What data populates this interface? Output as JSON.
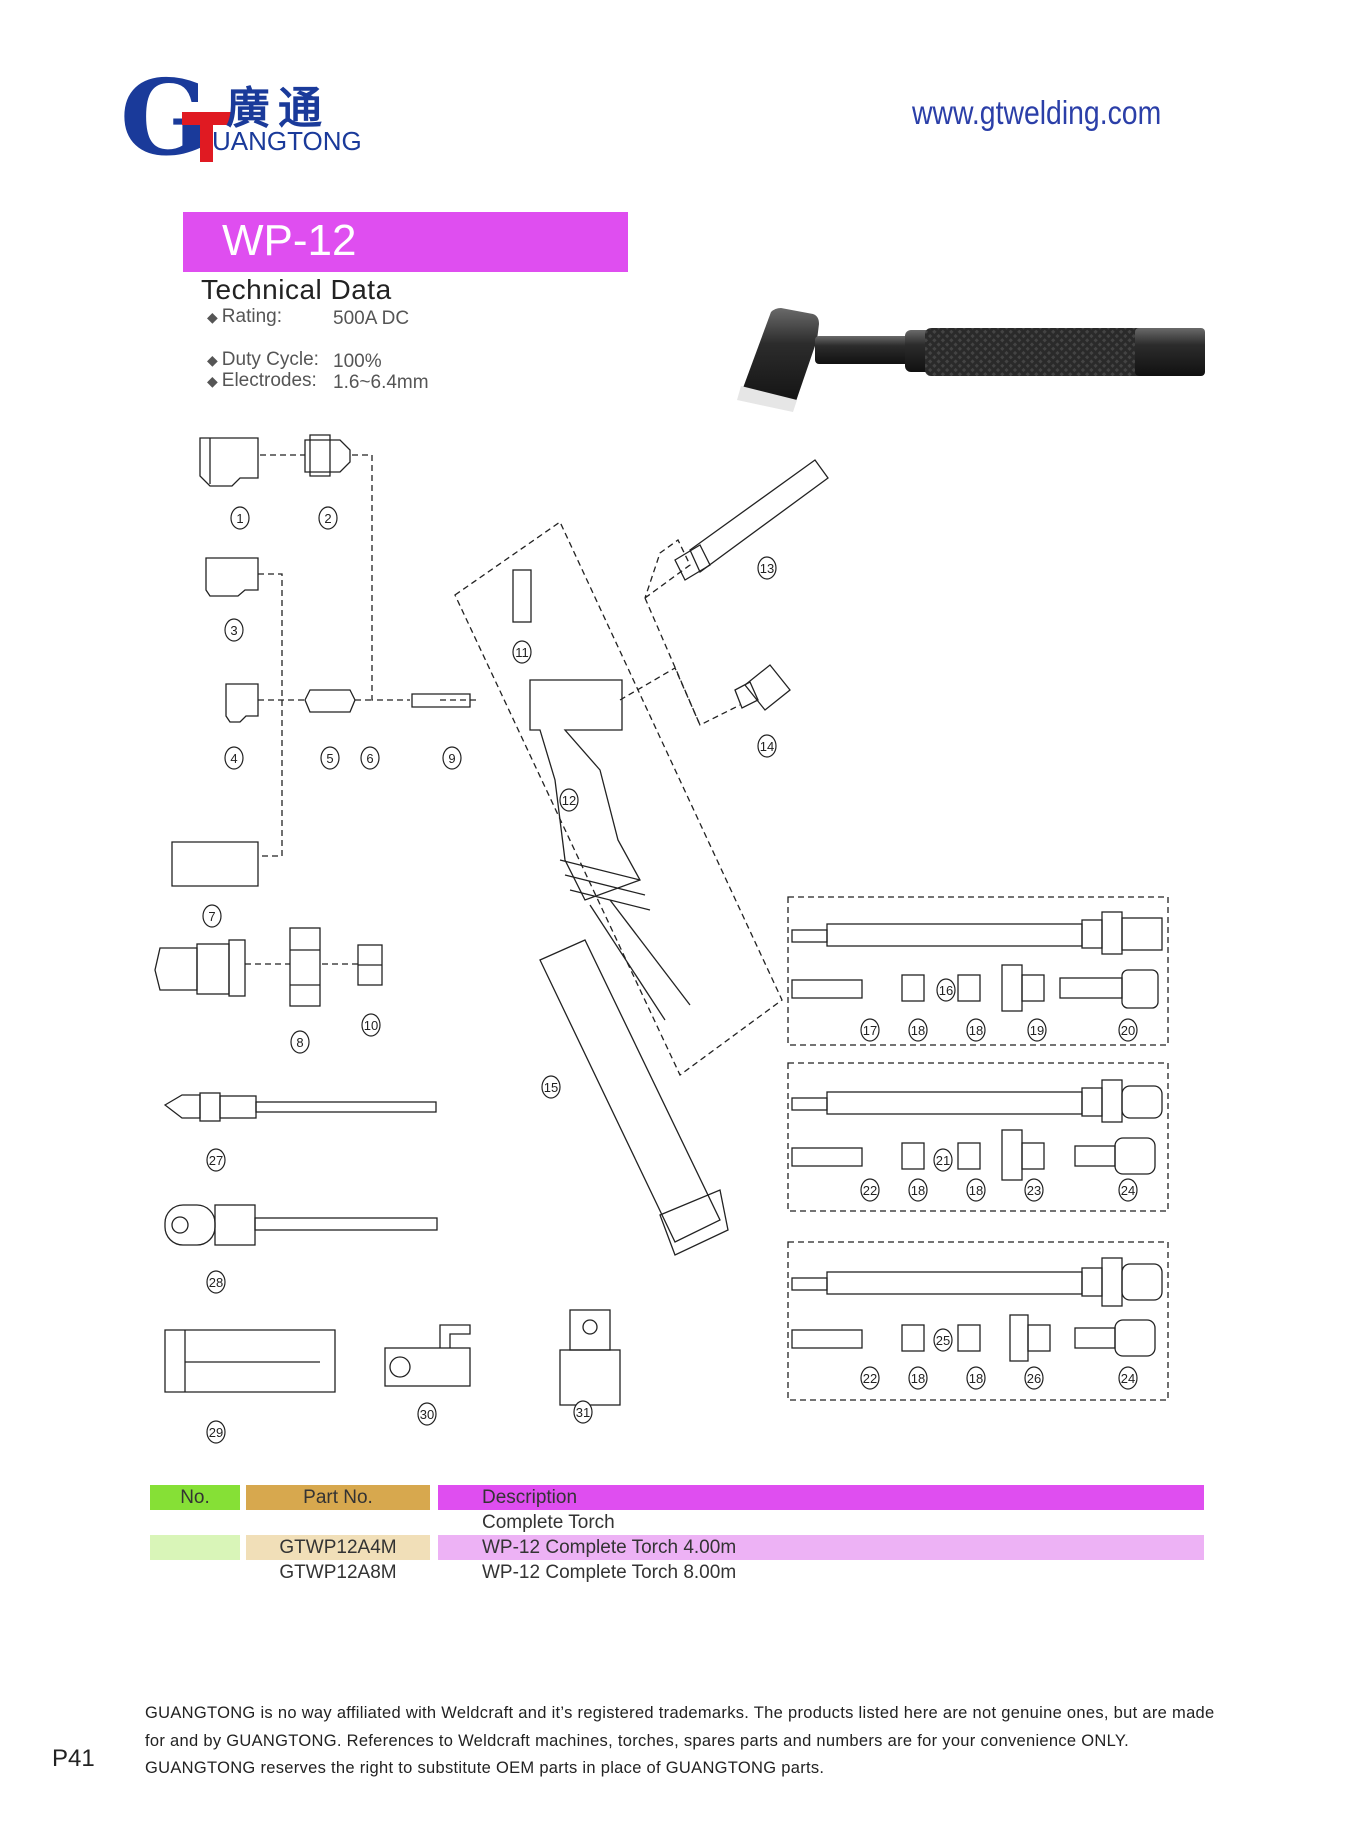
{
  "header": {
    "logo_letter": "G",
    "logo_cn": "廣通",
    "logo_en": "UANGTONG",
    "website": "www.gtwelding.com"
  },
  "product": {
    "title": "WP-12",
    "tech_heading": "Technical Data",
    "specs": [
      {
        "label": "Rating:",
        "value": "500A  DC"
      },
      {
        "label": "Duty Cycle:",
        "value": "100%"
      },
      {
        "label": "Electrodes:",
        "value": "1.6~6.4mm"
      }
    ]
  },
  "callouts": [
    "1",
    "2",
    "3",
    "4",
    "5",
    "6",
    "7",
    "8",
    "9",
    "10",
    "11",
    "12",
    "13",
    "14",
    "15",
    "16",
    "17",
    "18",
    "18",
    "18",
    "19",
    "20",
    "21",
    "22",
    "18",
    "18",
    "23",
    "24",
    "25",
    "22",
    "18",
    "18",
    "26",
    "24",
    "27",
    "28",
    "29",
    "30",
    "31"
  ],
  "table": {
    "headers": {
      "no": "No.",
      "part": "Part No.",
      "desc": "Description"
    },
    "rows": [
      {
        "no": "",
        "part": "",
        "desc": "Complete Torch"
      },
      {
        "no": "",
        "part": "GTWP12A4M",
        "desc": "WP-12 Complete Torch 4.00m"
      },
      {
        "no": "",
        "part": "GTWP12A8M",
        "desc": "WP-12 Complete Torch 8.00m"
      }
    ],
    "colors": {
      "no_header": "#86e036",
      "part_header": "#d7a84e",
      "desc_header": "#df4ef0",
      "no_tint": "#d9f5b8",
      "part_tint": "#f1dfb8",
      "desc_tint": "#edb2f5"
    }
  },
  "footer": {
    "disclaimer": "GUANGTONG is no way affiliated with Weldcraft and it’s registered trademarks. The products listed here are not genuine ones, but are made for and by GUANGTONG. References to Weldcraft machines, torches, spares parts and numbers are for your convenience ONLY. GUANGTONG reserves the right to substitute OEM parts in place of GUANGTONG parts.",
    "page": "P41"
  },
  "colors": {
    "brand_blue": "#1a3a9a",
    "brand_red": "#e01a22",
    "accent_magenta": "#df4ef0"
  }
}
